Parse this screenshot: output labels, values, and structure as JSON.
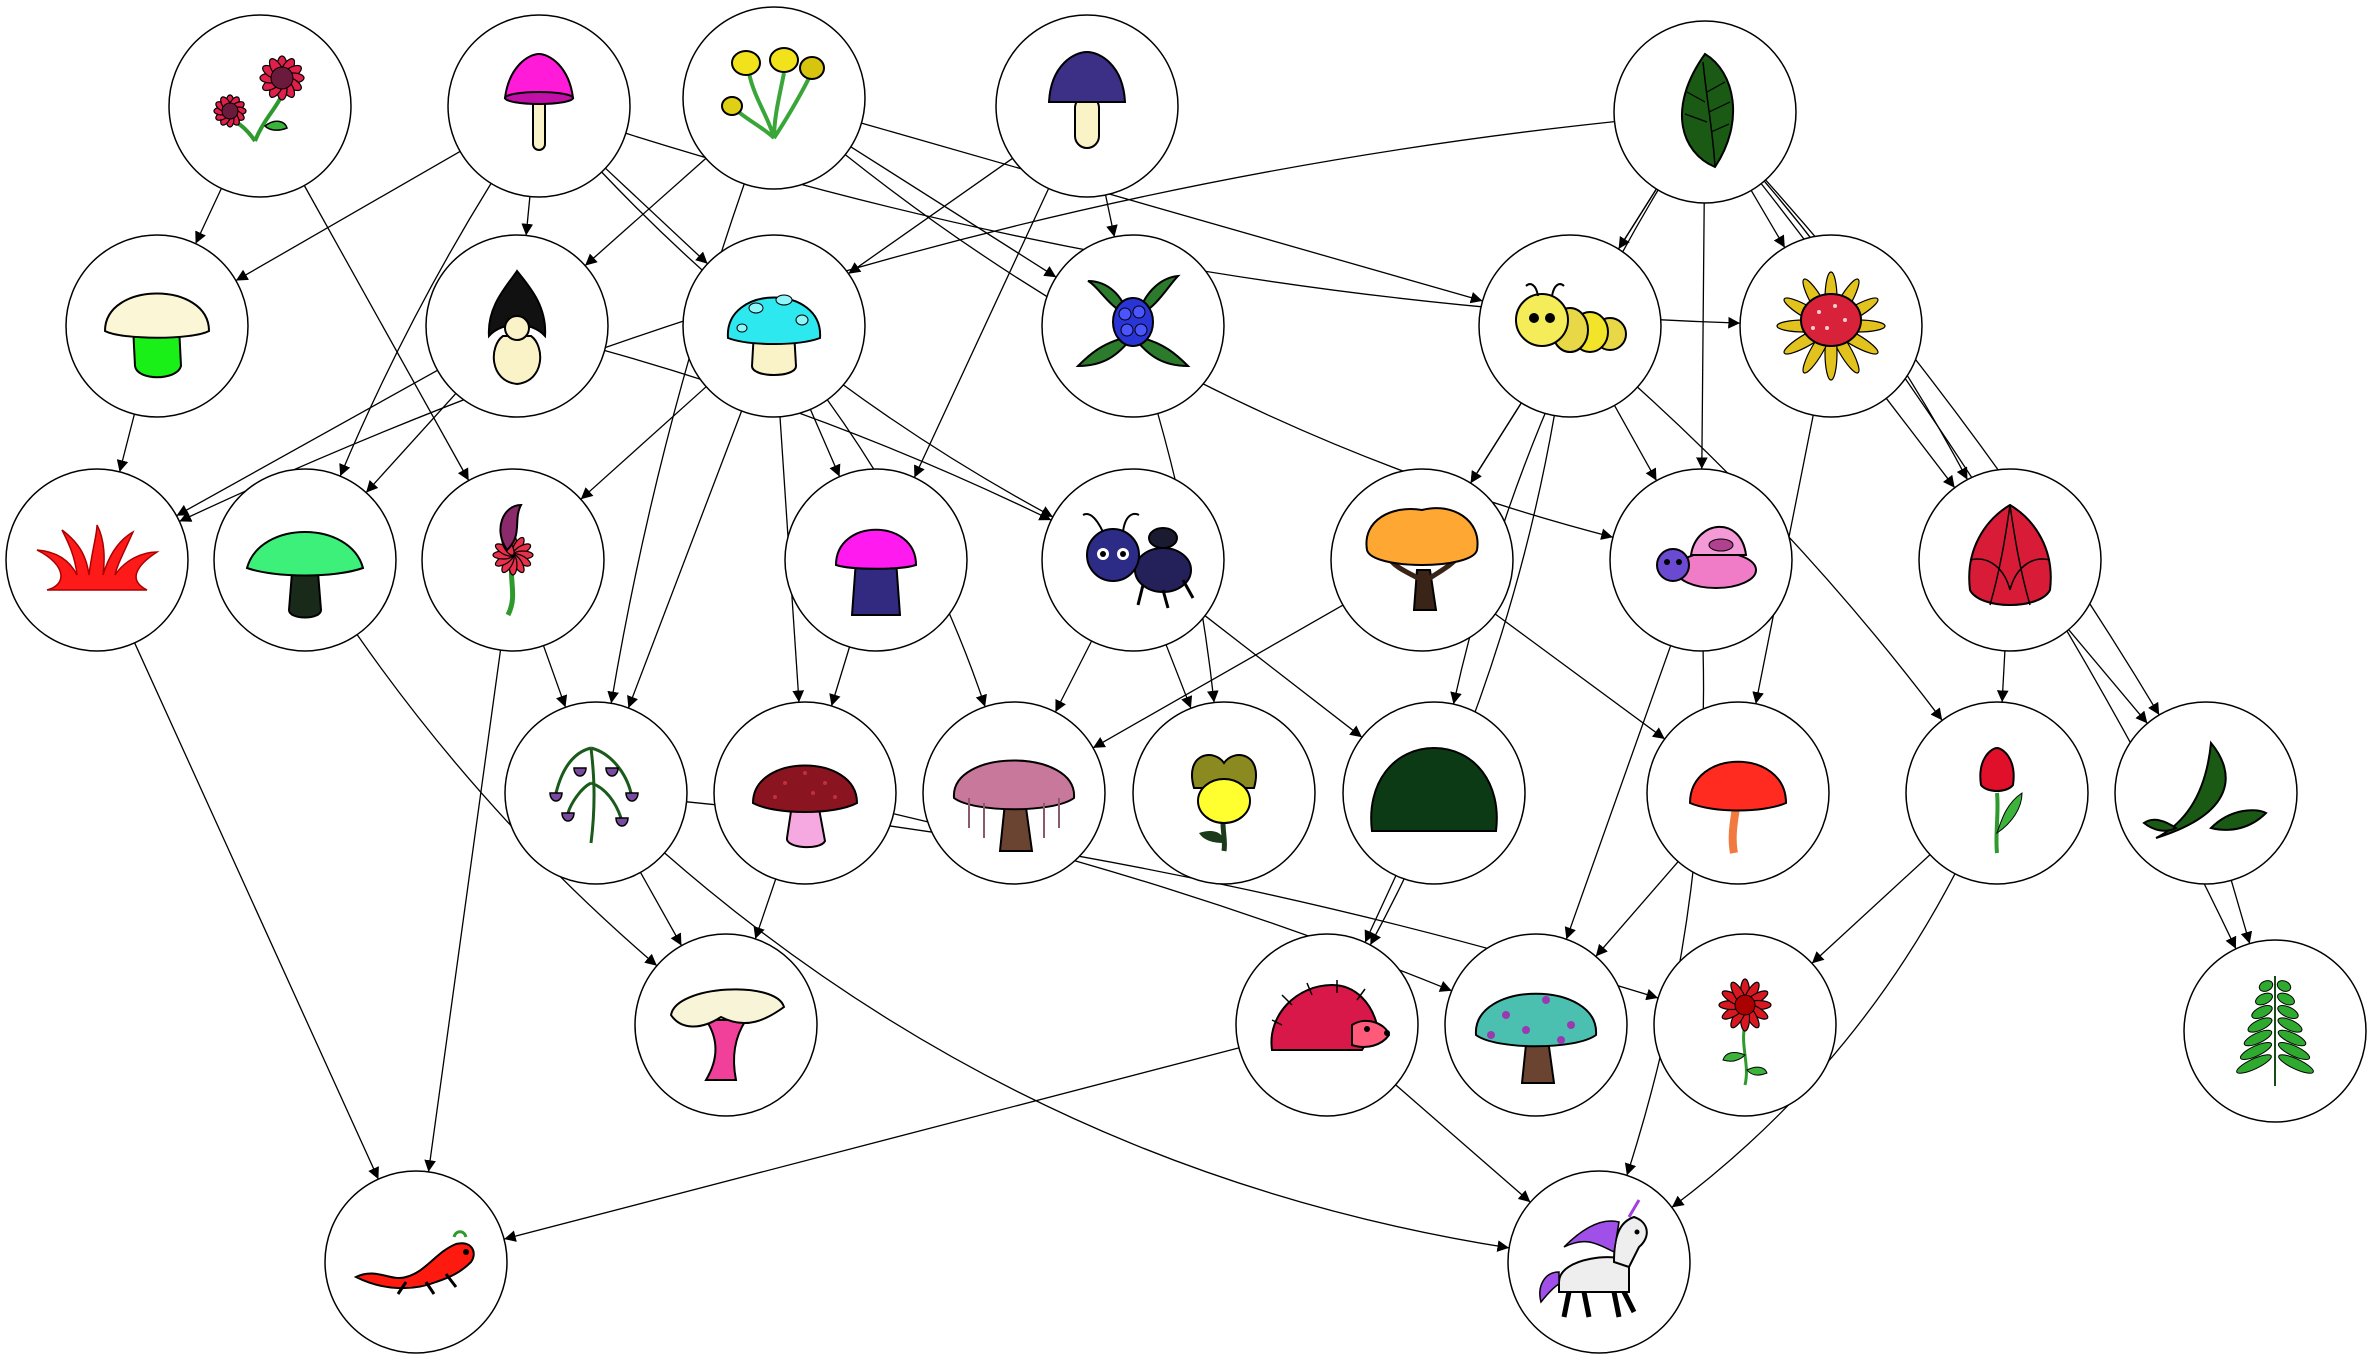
{
  "nodes": [
    {
      "id": "daisy_flowers",
      "icon": "red-daisy-flowers-icon"
    },
    {
      "id": "magenta_mushroom",
      "icon": "magenta-mushroom-icon"
    },
    {
      "id": "yellow_buds",
      "icon": "yellow-buds-icon"
    },
    {
      "id": "indigo_mushroom",
      "icon": "indigo-mushroom-icon"
    },
    {
      "id": "green_leaf",
      "icon": "green-leaf-icon"
    },
    {
      "id": "green_stem_mushroom",
      "icon": "green-stem-mushroom-icon"
    },
    {
      "id": "dark_cap_mushroom",
      "icon": "dark-cap-mushroom-icon"
    },
    {
      "id": "cyan_mushroom",
      "icon": "cyan-spotted-mushroom-icon"
    },
    {
      "id": "blackberry",
      "icon": "blackberry-icon"
    },
    {
      "id": "caterpillar",
      "icon": "yellow-caterpillar-icon"
    },
    {
      "id": "strawberry_flower",
      "icon": "strawberry-flower-icon"
    },
    {
      "id": "red_grass",
      "icon": "red-grass-icon"
    },
    {
      "id": "green_parasol",
      "icon": "green-parasol-mushroom-icon"
    },
    {
      "id": "purple_bud",
      "icon": "purple-bud-flower-icon"
    },
    {
      "id": "magenta_tall_mushroom",
      "icon": "magenta-tall-mushroom-icon"
    },
    {
      "id": "navy_ant",
      "icon": "navy-ant-icon"
    },
    {
      "id": "orange_tree",
      "icon": "orange-tree-icon"
    },
    {
      "id": "pink_bug",
      "icon": "pink-bug-icon"
    },
    {
      "id": "red_bud",
      "icon": "red-artichoke-bud-icon"
    },
    {
      "id": "bellflower",
      "icon": "bellflower-icon"
    },
    {
      "id": "red_spotted_mushroom",
      "icon": "red-spotted-mushroom-icon"
    },
    {
      "id": "pink_willow",
      "icon": "pink-willow-tree-icon"
    },
    {
      "id": "yellow_pansy",
      "icon": "yellow-pansy-icon"
    },
    {
      "id": "green_bush",
      "icon": "dark-green-bush-icon"
    },
    {
      "id": "red_toadstool",
      "icon": "red-orange-toadstool-icon"
    },
    {
      "id": "red_tulip",
      "icon": "red-tulip-icon"
    },
    {
      "id": "green_leaves",
      "icon": "green-leaves-icon"
    },
    {
      "id": "cream_chanterelle",
      "icon": "cream-chanterelle-icon"
    },
    {
      "id": "red_hedgehog",
      "icon": "red-hedgehog-icon"
    },
    {
      "id": "teal_tree",
      "icon": "teal-fruit-tree-icon"
    },
    {
      "id": "red_rose",
      "icon": "red-rose-icon"
    },
    {
      "id": "fern",
      "icon": "fern-icon"
    },
    {
      "id": "red_lizard",
      "icon": "red-lizard-icon"
    },
    {
      "id": "unicorn",
      "icon": "unicorn-icon"
    }
  ],
  "edges": [
    [
      "daisy_flowers",
      "green_stem_mushroom"
    ],
    [
      "daisy_flowers",
      "purple_bud"
    ],
    [
      "magenta_mushroom",
      "green_stem_mushroom"
    ],
    [
      "magenta_mushroom",
      "dark_cap_mushroom"
    ],
    [
      "magenta_mushroom",
      "cyan_mushroom"
    ],
    [
      "magenta_mushroom",
      "green_parasol"
    ],
    [
      "magenta_mushroom",
      "navy_ant"
    ],
    [
      "magenta_mushroom",
      "strawberry_flower"
    ],
    [
      "yellow_buds",
      "dark_cap_mushroom"
    ],
    [
      "yellow_buds",
      "bellflower"
    ],
    [
      "yellow_buds",
      "blackberry"
    ],
    [
      "yellow_buds",
      "caterpillar"
    ],
    [
      "yellow_buds",
      "pink_bug"
    ],
    [
      "indigo_mushroom",
      "cyan_mushroom"
    ],
    [
      "indigo_mushroom",
      "blackberry"
    ],
    [
      "indigo_mushroom",
      "magenta_tall_mushroom"
    ],
    [
      "green_leaf",
      "red_grass"
    ],
    [
      "green_leaf",
      "caterpillar"
    ],
    [
      "green_leaf",
      "strawberry_flower"
    ],
    [
      "green_leaf",
      "orange_tree"
    ],
    [
      "green_leaf",
      "pink_bug"
    ],
    [
      "green_leaf",
      "red_bud"
    ],
    [
      "green_leaf",
      "green_bush"
    ],
    [
      "green_leaf",
      "green_leaves"
    ],
    [
      "green_leaf",
      "fern"
    ],
    [
      "green_stem_mushroom",
      "red_grass"
    ],
    [
      "dark_cap_mushroom",
      "red_grass"
    ],
    [
      "dark_cap_mushroom",
      "green_parasol"
    ],
    [
      "dark_cap_mushroom",
      "navy_ant"
    ],
    [
      "cyan_mushroom",
      "purple_bud"
    ],
    [
      "cyan_mushroom",
      "magenta_tall_mushroom"
    ],
    [
      "cyan_mushroom",
      "bellflower"
    ],
    [
      "cyan_mushroom",
      "red_spotted_mushroom"
    ],
    [
      "cyan_mushroom",
      "pink_willow"
    ],
    [
      "blackberry",
      "yellow_pansy"
    ],
    [
      "caterpillar",
      "orange_tree"
    ],
    [
      "caterpillar",
      "pink_bug"
    ],
    [
      "caterpillar",
      "red_tulip"
    ],
    [
      "caterpillar",
      "red_hedgehog"
    ],
    [
      "strawberry_flower",
      "red_bud"
    ],
    [
      "strawberry_flower",
      "red_toadstool"
    ],
    [
      "red_grass",
      "red_lizard"
    ],
    [
      "green_parasol",
      "cream_chanterelle"
    ],
    [
      "purple_bud",
      "bellflower"
    ],
    [
      "purple_bud",
      "red_lizard"
    ],
    [
      "magenta_tall_mushroom",
      "red_spotted_mushroom"
    ],
    [
      "navy_ant",
      "pink_willow"
    ],
    [
      "navy_ant",
      "yellow_pansy"
    ],
    [
      "navy_ant",
      "green_bush"
    ],
    [
      "orange_tree",
      "pink_willow"
    ],
    [
      "orange_tree",
      "red_toadstool"
    ],
    [
      "pink_bug",
      "teal_tree"
    ],
    [
      "pink_bug",
      "unicorn"
    ],
    [
      "red_bud",
      "red_tulip"
    ],
    [
      "red_bud",
      "green_leaves"
    ],
    [
      "bellflower",
      "cream_chanterelle"
    ],
    [
      "bellflower",
      "red_rose"
    ],
    [
      "bellflower",
      "unicorn"
    ],
    [
      "red_spotted_mushroom",
      "cream_chanterelle"
    ],
    [
      "red_spotted_mushroom",
      "teal_tree"
    ],
    [
      "green_bush",
      "red_hedgehog"
    ],
    [
      "red_toadstool",
      "teal_tree"
    ],
    [
      "red_tulip",
      "red_rose"
    ],
    [
      "red_tulip",
      "unicorn"
    ],
    [
      "green_leaves",
      "fern"
    ],
    [
      "red_hedgehog",
      "red_lizard"
    ],
    [
      "red_hedgehog",
      "unicorn"
    ]
  ]
}
